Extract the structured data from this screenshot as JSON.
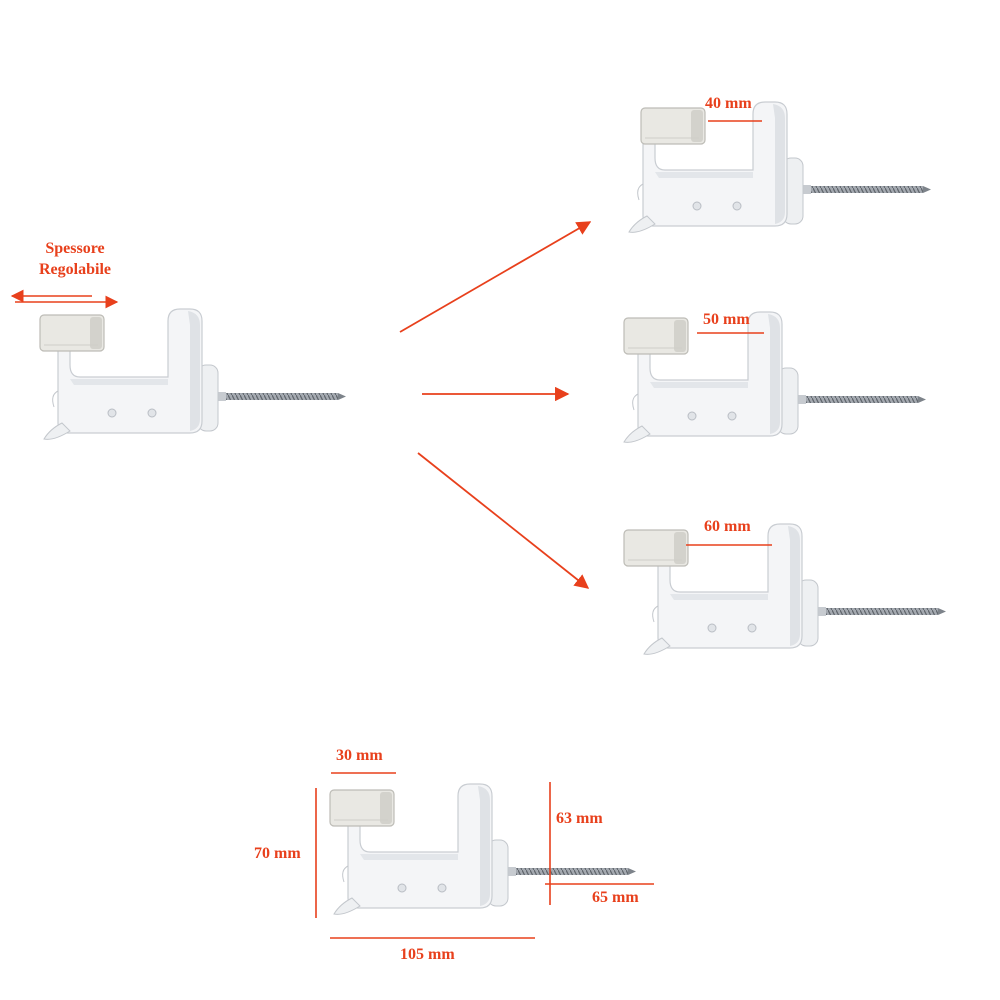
{
  "labels": {
    "adjustable_line1": "Spessore",
    "adjustable_line2": "Regolabile",
    "variant_40": "40 mm",
    "variant_50": "50 mm",
    "variant_60": "60 mm",
    "dim_top": "30 mm",
    "dim_height": "70 mm",
    "dim_inner_height": "63 mm",
    "dim_screw": "65 mm",
    "dim_length": "105 mm"
  },
  "colors": {
    "accent": "#e8401c",
    "bracket_fill": "#f4f5f7",
    "bracket_shadow": "#d7dadf",
    "bracket_edge": "#b9bdc4",
    "cap_fill": "#e9e8e3",
    "screw": "#8d9299"
  }
}
